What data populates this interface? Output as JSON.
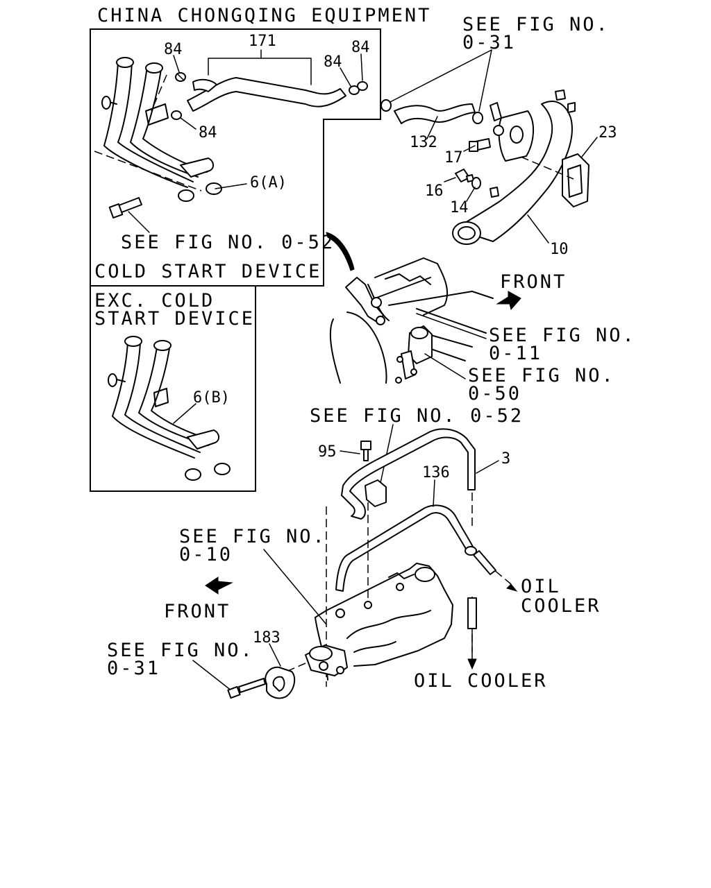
{
  "title": "CHINA CHONGQING EQUIPMENT",
  "boxes": {
    "cold_start": "COLD START DEVICE",
    "exc_cold_line1": "EXC. COLD",
    "exc_cold_line2": "START DEVICE"
  },
  "references": {
    "fig_031_top_line1": "SEE FIG NO.",
    "fig_031_top_line2": "0-31",
    "fig_052_box": "SEE FIG NO. 0-52",
    "fig_011_line1": "SEE FIG NO.",
    "fig_011_line2": "0-11",
    "fig_050_line1": "SEE FIG NO.",
    "fig_050_line2": "0-50",
    "fig_052_mid": "SEE FIG NO. 0-52",
    "fig_010_line1": "SEE FIG NO.",
    "fig_010_line2": "0-10",
    "fig_031_bottom_line1": "SEE FIG NO.",
    "fig_031_bottom_line2": "0-31"
  },
  "directions": {
    "front_top": "FRONT",
    "front_bottom": "FRONT",
    "oil_cooler_right_line1": "OIL",
    "oil_cooler_right_line2": "COOLER",
    "oil_cooler_bottom": "OIL COOLER"
  },
  "callouts": {
    "p84_a": "84",
    "p171": "171",
    "p84_b": "84",
    "p84_c": "84",
    "p84_d": "84",
    "p6a": "6(A)",
    "p6b": "6(B)",
    "p132": "132",
    "p17": "17",
    "p16": "16",
    "p14": "14",
    "p23": "23",
    "p10": "10",
    "p95": "95",
    "p136": "136",
    "p3": "3",
    "p183": "183"
  }
}
